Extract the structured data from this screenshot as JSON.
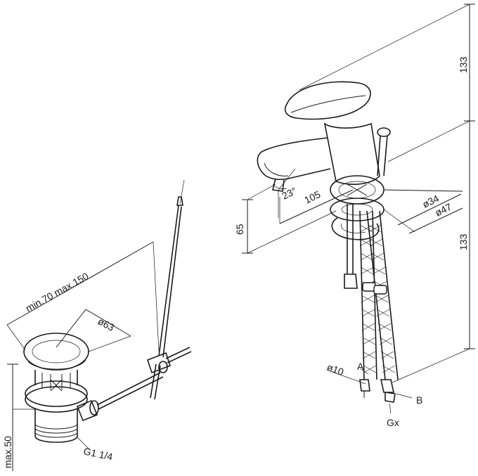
{
  "dimensions": {
    "top_height": "133",
    "lower_height": "133",
    "spout_height": "65",
    "angle": "23°",
    "reach": "105",
    "dia_hole": "ø34",
    "dia_base": "ø47",
    "hose_dia": "ø10",
    "drain_length": "min.70 max.150",
    "drain_dia": "ø63",
    "drain_height": "max.50",
    "thread": "G1 1/4"
  },
  "labels": {
    "a": "A",
    "b": "B",
    "gx": "Gx"
  }
}
